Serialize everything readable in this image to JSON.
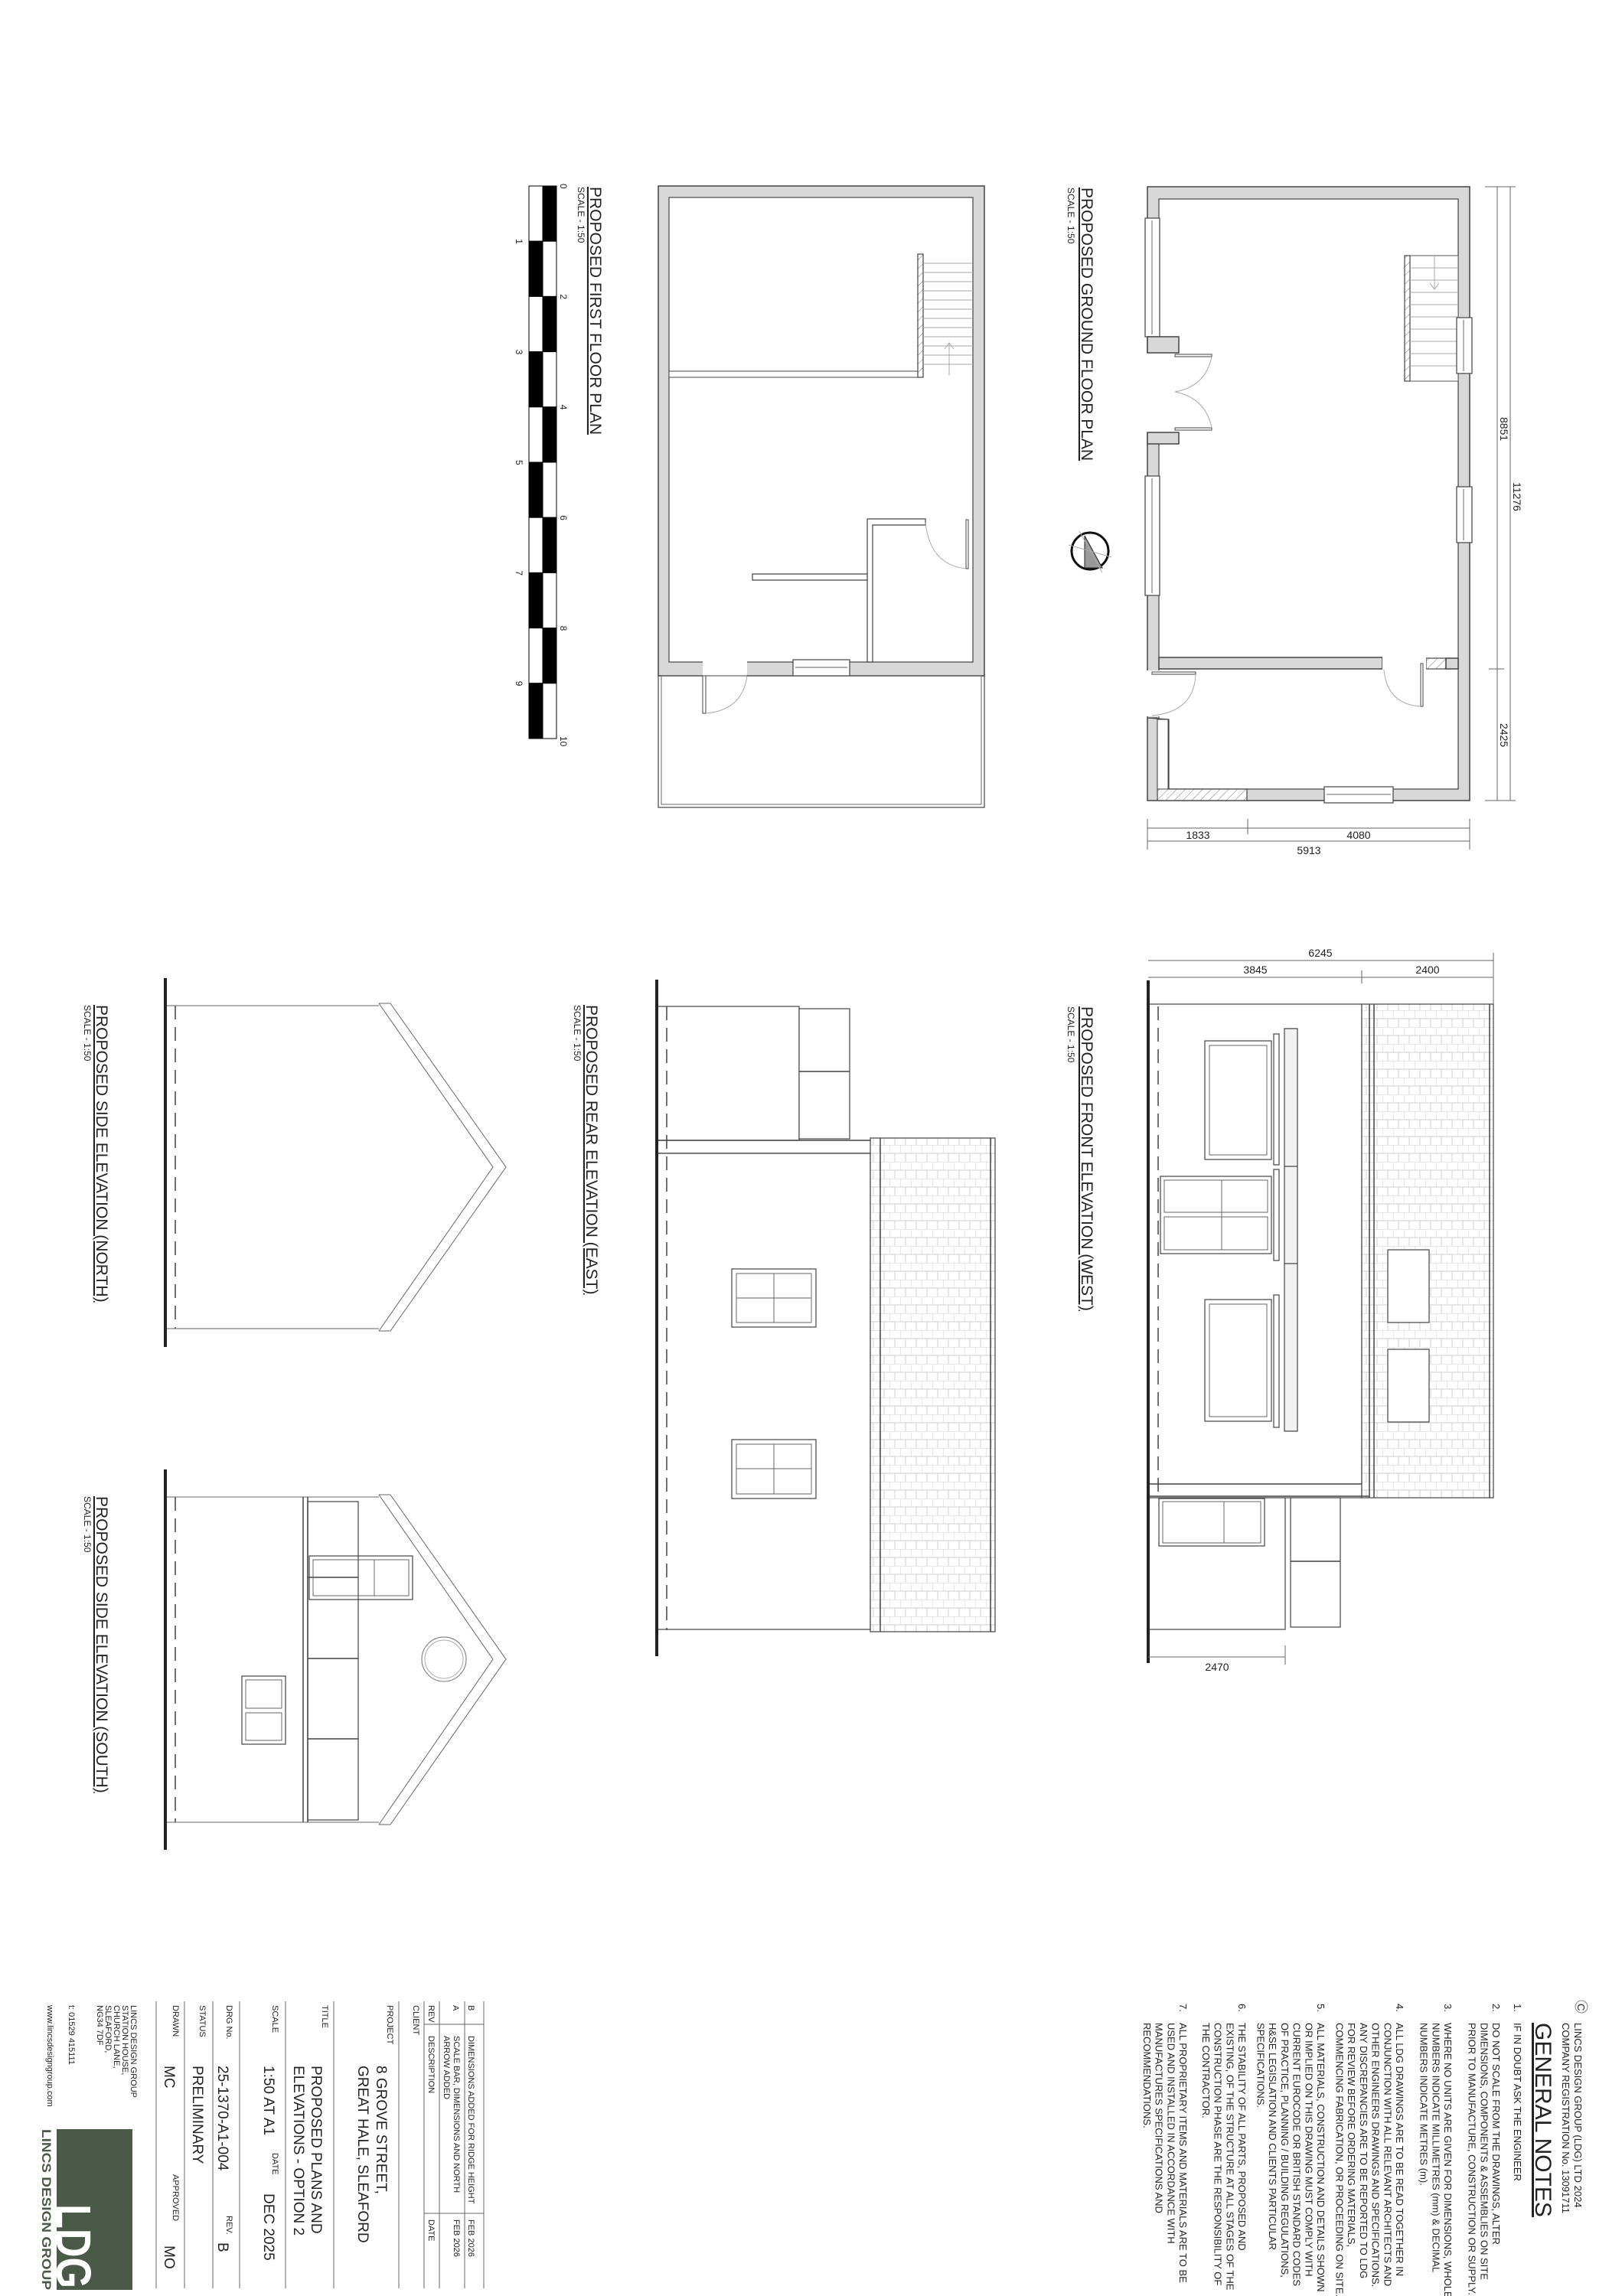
{
  "notes": {
    "copyright_symbol": "C",
    "company": "LINCS DESIGN GROUP (LDG) LTD 2024",
    "registration": "COMPANY REGISTRATION No. 13091711",
    "heading": "GENERAL NOTES",
    "items": [
      {
        "num": "1.",
        "lines": [
          "IF IN DOUBT ASK THE ENGINEER"
        ]
      },
      {
        "num": "2.",
        "lines": [
          "DO NOT SCALE FROM THE DRAWINGS, ALTER",
          "DIMENSIONS, COMPONENTS & ASSEMBLIES ON SITE",
          "PRIOR TO MANUFACTURE, CONSTRUCTION OR SUPPLY."
        ]
      },
      {
        "num": "3.",
        "lines": [
          "WHERE NO UNITS ARE GIVEN FOR DIMENSIONS, WHOLE",
          "NUMBERS INDICATE MILLIMETRES (mm) & DECIMAL",
          "NUMBERS INDICATE METRES (m)."
        ]
      },
      {
        "num": "4.",
        "lines": [
          "ALL LDG DRAWINGS ARE TO BE READ TOGETHER IN",
          "CONJUNCTION WITH ALL RELEVANT ARCHITECTS AND",
          "OTHER ENGINEERS DRAWINGS AND SPECIFICATIONS.",
          "ANY DISCREPANCIES ARE TO BE REPORTED TO LDG",
          "FOR REVIEW BEFORE ORDERING MATERIALS,",
          "COMMENCING FABRICATION, OR PROCEEDING ON SITE."
        ]
      },
      {
        "num": "5.",
        "lines": [
          "ALL MATERIALS, CONSTRUCTION AND DETAILS SHOWN",
          "OR IMPLIED ON THIS DRAWING MUST COMPLY WITH",
          "CURRENT EUROCODE OR BRITISH STANDARD CODES",
          "OF PRACTICE, PLANNING / BUILDING REGULATIONS,",
          "H&SE LEGISLATION AND CLIENTS PARTICULAR",
          "SPECIFICATIONS."
        ]
      },
      {
        "num": "6.",
        "lines": [
          "THE STABILITY OF ALL PARTS, PROPOSED AND",
          "EXISTING, OF THE STRUCTURE AT ALL STAGES OF THE",
          "CONSTRUCTION PHASE ARE THE RESPONSIBILITY OF",
          "THE CONTRACTOR."
        ]
      },
      {
        "num": "7.",
        "lines": [
          "ALL PROPRIETARY ITEMS AND MATERIALS ARE TO BE",
          "USED AND INSTALLED IN ACCORDANCE WITH",
          "MANUFACTURES SPECIFICATIONS AND",
          "RECOMMENDATIONS."
        ]
      }
    ]
  },
  "revisions": {
    "header": {
      "rev": "REV",
      "description": "DESCRIPTION",
      "date": "DATE"
    },
    "rows": [
      {
        "rev": "B",
        "description": [
          "DIMENSIONS ADDED FOR RIDGE HEIGHT"
        ],
        "date": "FEB 2026"
      },
      {
        "rev": "A",
        "description": [
          "SCALE BAR, DIMENSIONS AND NORTH",
          "ARROW ADDED"
        ],
        "date": "FEB 2026"
      }
    ]
  },
  "title_block": {
    "client_label": "CLIENT",
    "project_label": "PROJECT",
    "project": [
      "8 GROVE STREET,",
      "GREAT HALE, SLEAFORD"
    ],
    "title_label": "TITLE",
    "title": [
      "PROPOSED PLANS AND",
      "ELEVATIONS - OPTION 2"
    ],
    "scale_label": "SCALE",
    "scale": "1:50 AT A1",
    "date_label": "DATE",
    "date": "DEC 2025",
    "drg_label": "DRG No.",
    "drg": "25-1370-A1-004",
    "rev_label": "REV.",
    "rev": "B",
    "status_label": "STATUS",
    "status": "PRELIMINARY",
    "drawn_label": "DRAWN",
    "drawn": "MC",
    "approved_label": "APPROVED",
    "approved": "MO",
    "address": [
      "LINCS DESIGN GROUP",
      "STATION HOUSE,",
      "CHURCH LANE,",
      "SLEAFORD,",
      "NG34 7DF"
    ],
    "phone": "t: 01529 415111",
    "web": "www.lincsdesigngroup.com",
    "logo": {
      "mark": "LDG",
      "name": "LINCS DESIGN GROUP",
      "color": "#4b5a48"
    }
  },
  "drawings": {
    "ground_floor": {
      "title": "PROPOSED GROUND FLOOR PLAN",
      "scale": "SCALE - 1:50",
      "dims": {
        "d1": "8851",
        "d2": "2425",
        "d3": "11276",
        "d4": "1833",
        "d5": "4080",
        "d6": "5913"
      }
    },
    "first_floor": {
      "title": "PROPOSED FIRST FLOOR PLAN",
      "scale": "SCALE - 1:50"
    },
    "scale_bar": {
      "labels": [
        "0",
        "1",
        "2",
        "3",
        "4",
        "5",
        "6",
        "7",
        "8",
        "9",
        "10"
      ]
    },
    "front": {
      "title": "PROPOSED FRONT ELEVATION (WEST)",
      "scale": "SCALE - 1:50",
      "dims": {
        "overall": "6245",
        "left": "3845",
        "right": "2400",
        "extension": "2470"
      }
    },
    "rear": {
      "title": "PROPOSED REAR ELEVATION (EAST)",
      "scale": "SCALE - 1:50"
    },
    "side_north": {
      "title": "PROPOSED SIDE ELEVATION (NORTH)",
      "scale": "SCALE - 1:50"
    },
    "side_south": {
      "title": "PROPOSED SIDE ELEVATION (SOUTH)",
      "scale": "SCALE - 1:50"
    }
  }
}
